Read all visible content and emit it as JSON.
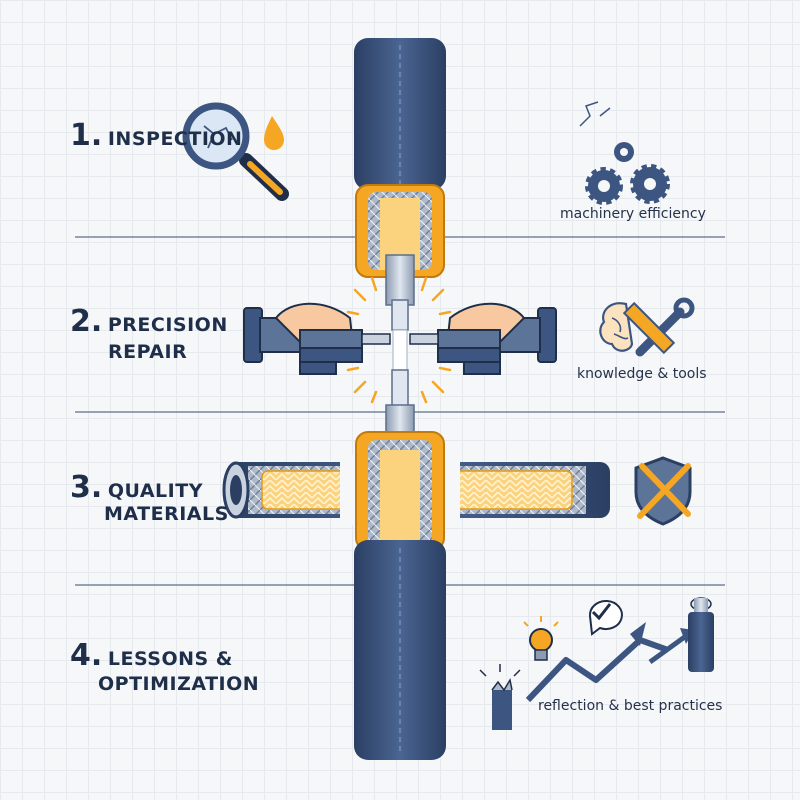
{
  "steps": [
    {
      "num": "1.",
      "label_line1": "INSPECTION",
      "label_line2": ""
    },
    {
      "num": "2.",
      "label_line1": "PRECISION",
      "label_line2": "REPAIR"
    },
    {
      "num": "3.",
      "label_line1": "QUALITY",
      "label_line2": "MATERIALS"
    },
    {
      "num": "4.",
      "label_line1": "LESSONS &",
      "label_line2": "OPTIMIZATION"
    }
  ],
  "captions": {
    "machinery": "machinery efficiency",
    "knowledge": "knowledge & tools",
    "reflection": "reflection & best practices"
  },
  "colors": {
    "hose_navy": "#3d5681",
    "hose_dark": "#2b3f63",
    "accent_orange": "#f5a623",
    "text_dark": "#1f2f4a",
    "divider": "#5b6e8c"
  },
  "icons": [
    "magnifier-icon",
    "oil-drop-icon",
    "gears-icon",
    "brain-icon",
    "wrench-icon",
    "ruler-icon",
    "shield-icon",
    "lightbulb-icon",
    "checkmark-bubble-icon",
    "trend-arrow-icon",
    "hose-cross-section-icon",
    "broken-hose-icon"
  ]
}
